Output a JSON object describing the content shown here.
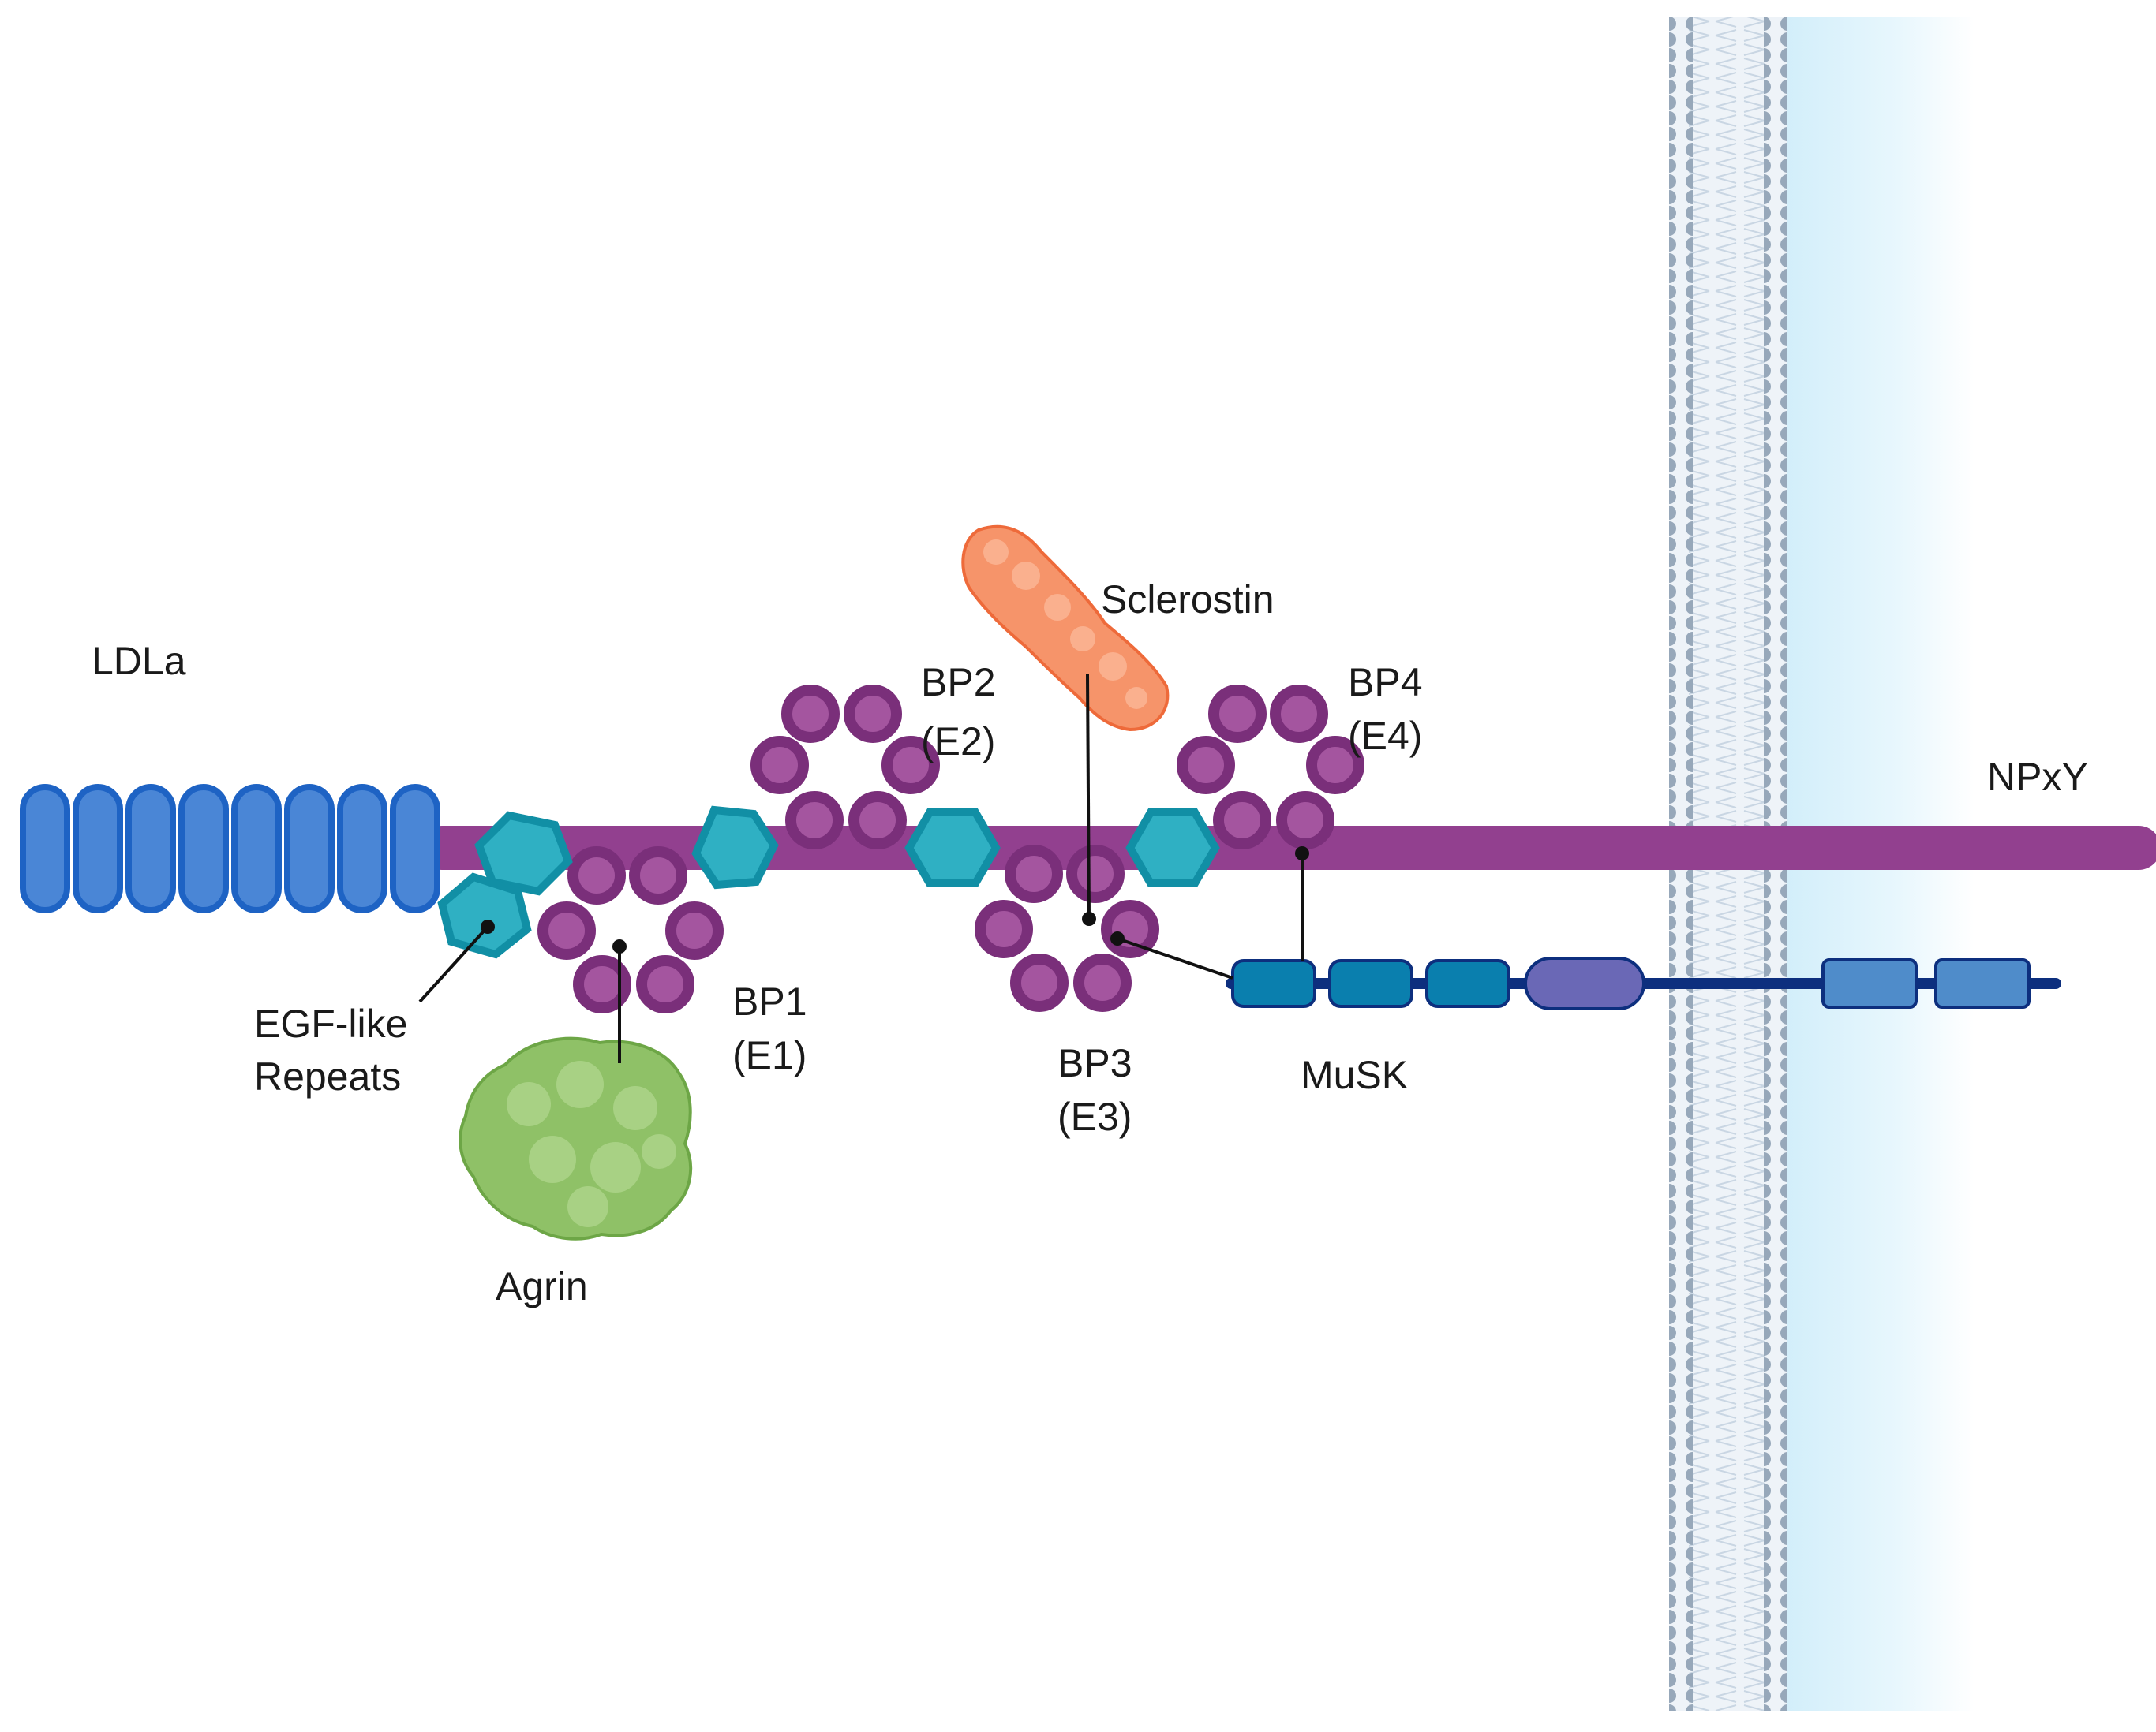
{
  "labels": {
    "ldla": "LDLa",
    "npxy": "NPxY",
    "sclerostin": "Sclerostin",
    "bp1": "BP1",
    "e1": "(E1)",
    "bp2": "BP2",
    "e2": "(E2)",
    "bp3": "BP3",
    "e3": "(E3)",
    "bp4": "BP4",
    "e4": "(E4)",
    "egf_line1": "EGF-like",
    "egf_line2": "Repeats",
    "agrin": "Agrin",
    "musk": "MuSK"
  },
  "colors": {
    "ldla_fill": "#4a86d6",
    "ldla_stroke": "#1e63c4",
    "backbone": "#92408f",
    "propeller_fill": "#a4559f",
    "propeller_stroke": "#7a2f7a",
    "egf_fill": "#2fb0c3",
    "egf_stroke": "#118fa5",
    "sclerostin": "#f6946a",
    "agrin": "#8fc167",
    "musk_domain": "#0a7fae",
    "musk_line": "#0d2f7e",
    "musk_kinase": "#6a68b6",
    "musk_intracellular": "#4f8cca",
    "membrane": "#a8b6c4",
    "cytoplasm": "#dff3fb"
  }
}
